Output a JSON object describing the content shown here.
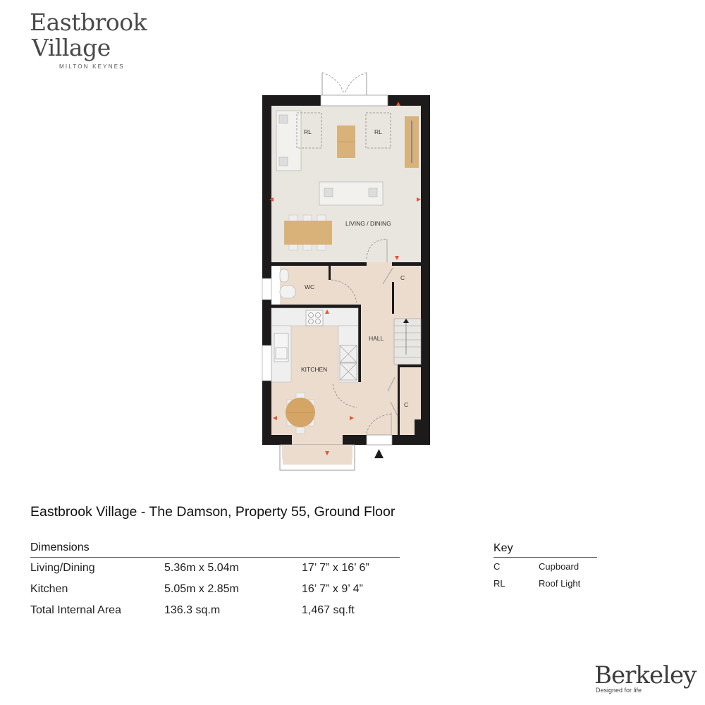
{
  "logo": {
    "line1": "Eastbrook",
    "line2": "Village",
    "subtitle": "MILTON KEYNES"
  },
  "floorplan": {
    "rooms": [
      {
        "id": "living",
        "label": "LIVING / DINING"
      },
      {
        "id": "wc",
        "label": "WC"
      },
      {
        "id": "hall",
        "label": "HALL"
      },
      {
        "id": "kitchen",
        "label": "KITCHEN"
      },
      {
        "id": "cupboard1",
        "label": "C"
      },
      {
        "id": "cupboard2",
        "label": "C"
      }
    ],
    "roof_lights": [
      "RL",
      "RL"
    ],
    "colors": {
      "wall": "#1c1a1a",
      "living_floor": "#e9e6df",
      "timber_floor": "#ecdccd",
      "wood": "#d9b27a",
      "marker": "#e8503a",
      "fixture": "#eeeeee"
    }
  },
  "title": "Eastbrook Village - The Damson, Property 55, Ground Floor",
  "dimensions": {
    "heading": "Dimensions",
    "rows": [
      {
        "room": "Living/Dining",
        "metric": "5.36m x 5.04m",
        "imperial": "17’ 7” x 16’ 6”"
      },
      {
        "room": "Kitchen",
        "metric": "5.05m x 2.85m",
        "imperial": "16’ 7” x 9’ 4”"
      },
      {
        "room": "Total Internal Area",
        "metric": "136.3 sq.m",
        "imperial": "1,467 sq.ft"
      }
    ]
  },
  "key": {
    "heading": "Key",
    "items": [
      {
        "code": "C",
        "meaning": "Cupboard"
      },
      {
        "code": "RL",
        "meaning": "Roof Light"
      }
    ]
  },
  "brand": {
    "name": "Berkeley",
    "tagline": "Designed for life"
  }
}
